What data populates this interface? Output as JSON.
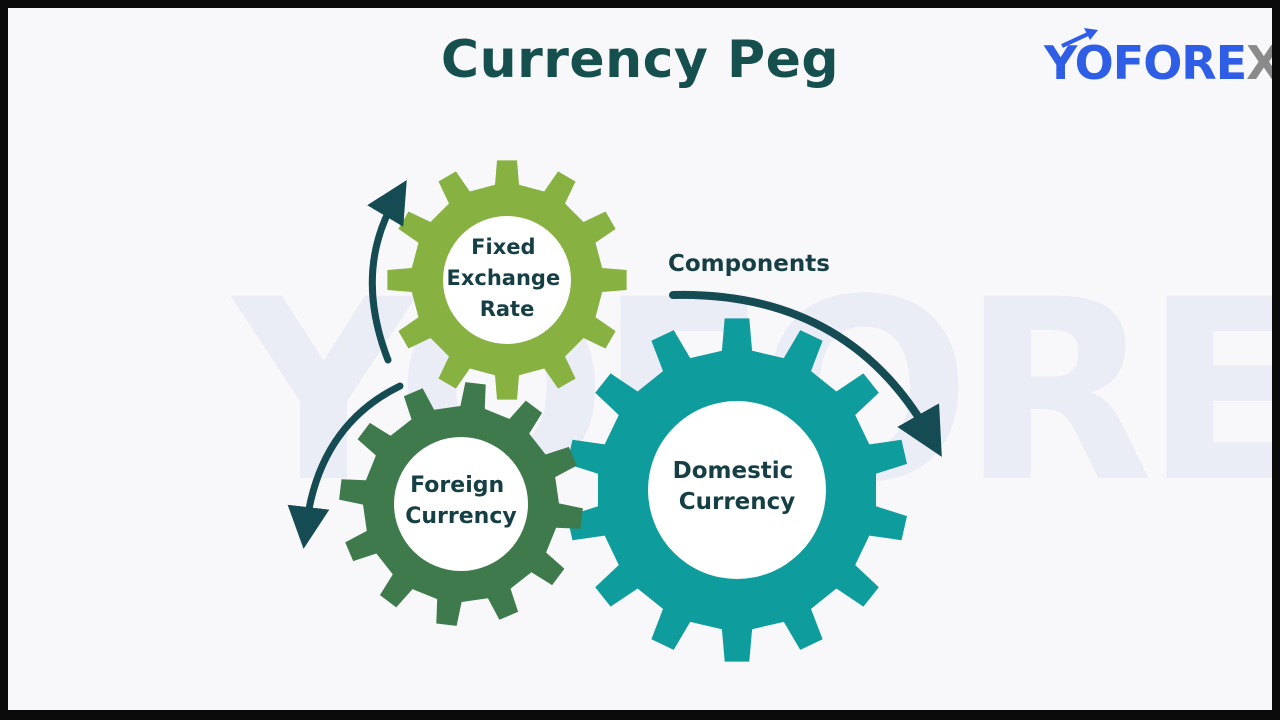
{
  "title": "Currency Peg",
  "logo": {
    "part1": "Y",
    "part2": "OFORE",
    "part3": "X",
    "watermark": "YOFOREX"
  },
  "components_label": "Components",
  "gears": [
    {
      "id": "fixed",
      "lines": [
        "Fixed",
        "Exchange",
        "Rate"
      ],
      "color": "#87b140"
    },
    {
      "id": "foreign",
      "lines": [
        "Foreign",
        "Currency"
      ],
      "color": "#3f7a4d"
    },
    {
      "id": "domestic",
      "lines": [
        "Domestic",
        "Currency"
      ],
      "color": "#0f9c9c"
    }
  ],
  "colors": {
    "title": "#15504f",
    "arrow": "#154b53",
    "logo_blue": "#2e5de6",
    "logo_grey": "#8a8a8a"
  }
}
